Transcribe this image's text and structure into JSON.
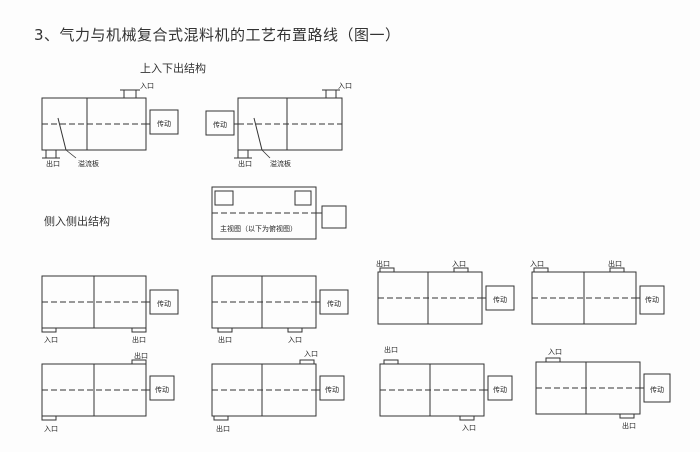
{
  "title": "3、气力与机械复合式混料机的工艺布置路线（图一）",
  "sections": {
    "top": "上入下出结构",
    "side": "侧入侧出结构"
  },
  "labels": {
    "inlet": "入口",
    "outlet": "出口",
    "drive": "传动",
    "overflow": "溢流板",
    "main_view": "主视图（以下为俯视图）"
  },
  "colors": {
    "line": "#333333",
    "background": "#fdfdfd"
  }
}
